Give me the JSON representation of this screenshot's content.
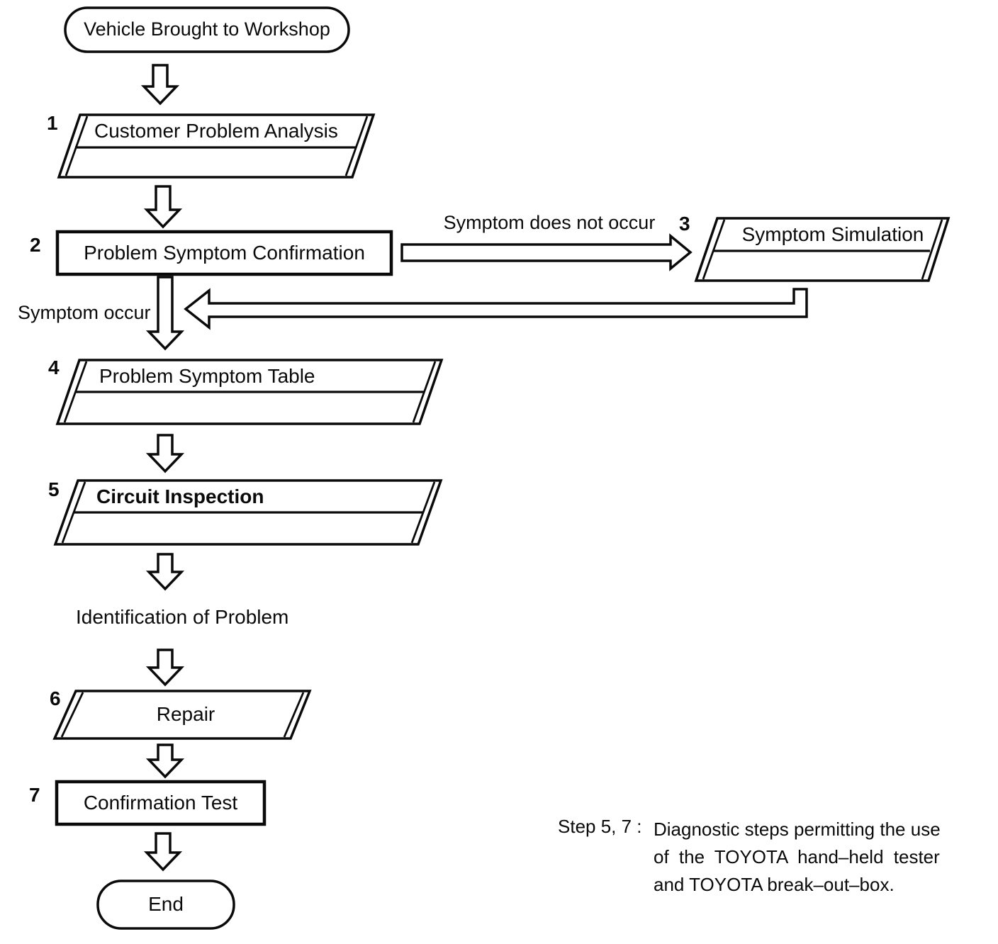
{
  "flowchart": {
    "start_label": "Vehicle Brought to Workshop",
    "end_label": "End",
    "steps": [
      {
        "num": "1",
        "label": "Customer Problem Analysis"
      },
      {
        "num": "2",
        "label": "Problem Symptom Confirmation"
      },
      {
        "num": "3",
        "label": "Symptom Simulation"
      },
      {
        "num": "4",
        "label": "Problem Symptom Table"
      },
      {
        "num": "5",
        "label": "Circuit Inspection"
      },
      {
        "num": "6",
        "label": "Repair"
      },
      {
        "num": "7",
        "label": "Confirmation Test"
      }
    ],
    "edge_labels": {
      "symptom_does_not_occur": "Symptom does not occur",
      "symptom_occur": "Symptom occur",
      "identification_of_problem": "Identification of Problem"
    },
    "note": {
      "prefix": "Step 5, 7 :",
      "line1": "Diagnostic steps permitting the use",
      "line2": "of the TOYOTA hand–held tester",
      "line3": "and TOYOTA break–out–box."
    },
    "colors": {
      "ink": "#0a0a0a",
      "paper": "#ffffff"
    }
  }
}
